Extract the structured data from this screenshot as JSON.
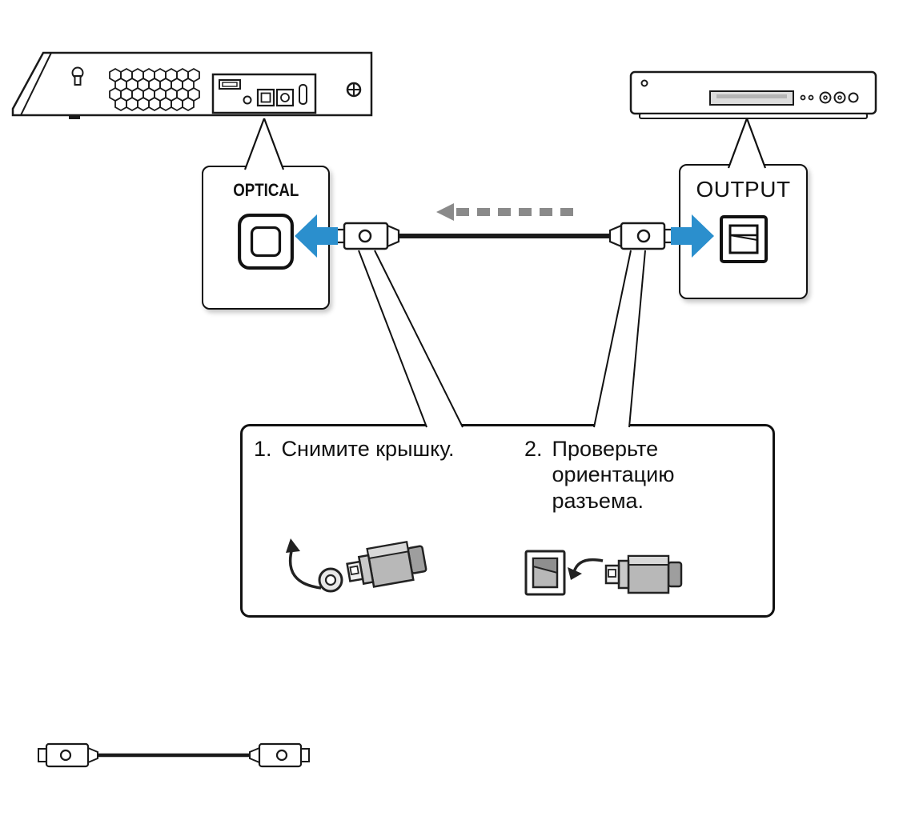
{
  "diagram": {
    "left_callout": {
      "label": "OPTICAL"
    },
    "right_callout": {
      "label": "OUTPUT"
    }
  },
  "instructions": {
    "step1": {
      "number": "1.",
      "text": "Снимите крышку."
    },
    "step2": {
      "number": "2.",
      "text": "Проверьте ориентацию разъема."
    }
  },
  "icons": {
    "left_port": "optical-input-port-icon",
    "right_port": "optical-output-port-icon",
    "cable": "optical-cable-icon"
  },
  "colors": {
    "arrow_blue": "#2b8fcd",
    "signal_gray": "#8a8a8a"
  }
}
